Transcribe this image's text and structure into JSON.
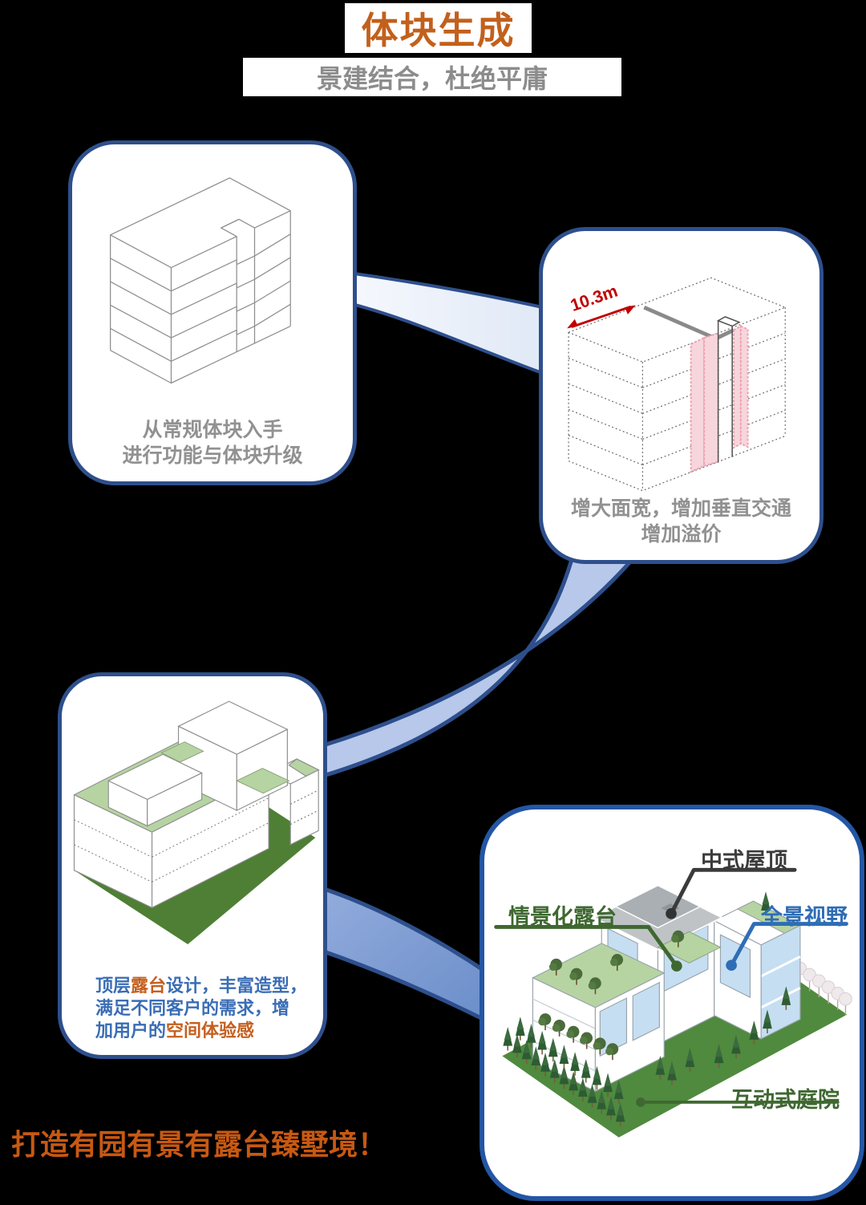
{
  "colors": {
    "background": "#000000",
    "title_orange": "#c2601c",
    "caption_gray": "#919191",
    "panel_border_navy": "#2e4f8c",
    "panel4_border_blue": "#2456a4",
    "body_text_blue": "#3a6db5",
    "accent_orange": "#c55f1f",
    "label_green": "#3f6831",
    "label_blue": "#2f6db5",
    "label_dark_gray": "#3b3b3b",
    "dimension_red": "#c00000",
    "ground_green": "#4e7f35",
    "terrace_green": "#b6d4a1",
    "glass_blue": "#c6def2",
    "roof_gray": "#b7bbbe",
    "highlight_pink_fill": "#f6d6dc",
    "highlight_pink_stroke": "#ef9fae",
    "ribbon_light": "#eef3fb",
    "ribbon_mid": "#b7c8ea",
    "ribbon_dark": "#7b99cf"
  },
  "header": {
    "title": "体块生成",
    "subtitle": "景建结合，杜绝平庸"
  },
  "panel1": {
    "caption_line1": "从常规体块入手",
    "caption_line2": "进行功能与体块升级"
  },
  "panel2": {
    "dimension": "10.3m",
    "caption_line1": "增大面宽，增加垂直交通",
    "caption_line2": "增加溢价"
  },
  "panel3": {
    "caption": {
      "l1a": "顶层",
      "l1b": "露台",
      "l1c": "设计，丰富造型，",
      "l2": "满足不同客户的需求，增",
      "l3a": "加用户的",
      "l3b": "空间体验感"
    }
  },
  "panel4": {
    "label_roof": "中式屋顶",
    "label_terrace": "情景化露台",
    "label_view": "全景视野",
    "label_courtyard": "互动式庭院"
  },
  "footer": {
    "slogan": "打造有园有景有露台臻墅境！"
  }
}
